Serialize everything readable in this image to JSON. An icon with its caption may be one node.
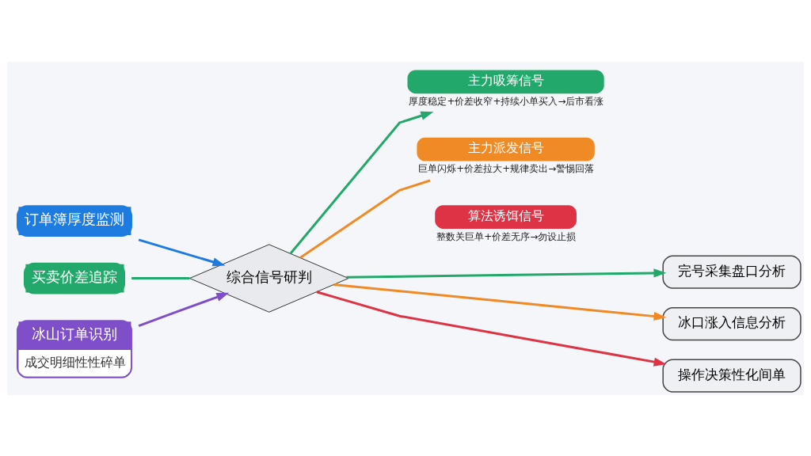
{
  "diagram": {
    "nodes": [
      {
        "text": [
          "订单簿厚度监测"
        ]
      },
      {
        "text": [
          "买卖价差追踪"
        ]
      },
      {
        "text": [
          "冰山订单识别",
          "成交明细性性碎单"
        ]
      },
      {
        "text": [
          "综合信号研判"
        ]
      },
      {
        "text": [
          "主力吸筹信号"
        ],
        "beside": [
          "厚度稳定+价差收窄+持续小单买入→后市看涨"
        ]
      },
      {
        "text": [
          "主力派发信号"
        ],
        "beside": [
          "巨单闪烁+价差拉大+规律卖出→警惕回落"
        ]
      },
      {
        "text": [
          "算法诱饵信号"
        ],
        "beside": [
          "整数关巨单+价差无序→勿设止损"
        ]
      },
      {
        "text": [
          "完号采集盘口分析"
        ]
      },
      {
        "text": [
          "冰口涨入信息分析"
        ]
      },
      {
        "text": [
          "操作决策性化间单"
        ]
      }
    ],
    "edges": [
      {
        "from": 0,
        "to": 3,
        "arrow": "to",
        "color": "#1e7be0"
      },
      {
        "from": 1,
        "to": 3,
        "arrow": "none",
        "color": "#22a86a"
      },
      {
        "from": 2,
        "to": 3,
        "arrow": "to",
        "color": "#7e4fc8"
      },
      {
        "from": 3,
        "to": 4,
        "arrow": "to",
        "color": "#22a86a"
      },
      {
        "from": 3,
        "to": 5,
        "arrow": "none",
        "color": "#f08a24"
      },
      {
        "from": 3,
        "to": 7,
        "arrow": "to",
        "color": "#22a86a"
      },
      {
        "from": 3,
        "to": 8,
        "arrow": "to",
        "color": "#f08a24"
      },
      {
        "from": 3,
        "to": 9,
        "arrow": "to",
        "color": "#dd3344"
      }
    ]
  }
}
